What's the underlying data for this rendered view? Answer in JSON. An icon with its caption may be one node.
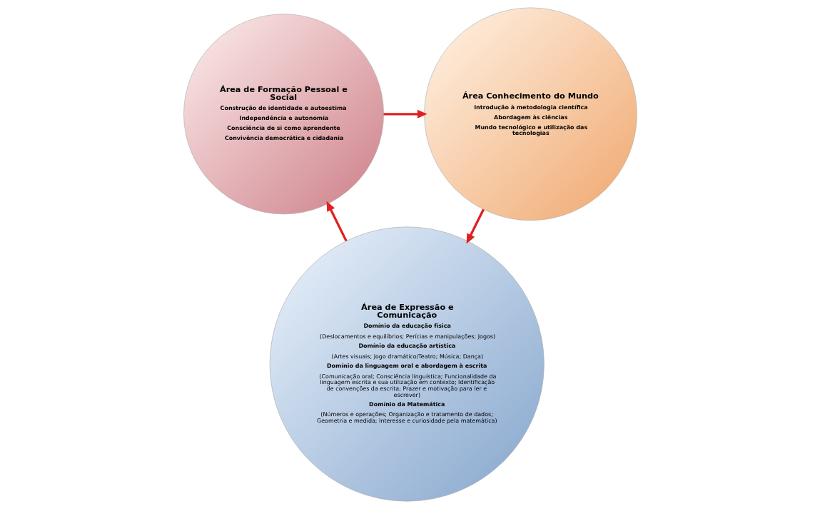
{
  "diagram": {
    "nodes": [
      {
        "text": [
          "Área de Formação Pessoal e Social",
          "Construção de identidade e autoestima",
          "Independência e autonomia",
          "Consciência de si como aprendente",
          "Convivência democrática e cidadania"
        ]
      },
      {
        "text": [
          "Área Conhecimento do Mundo",
          "Introdução à metodologia científica",
          "Abordagem às ciências",
          "Mundo tecnológico e utilização das tecnologias"
        ]
      },
      {
        "text": [
          "Área de Expressão e Comunicação",
          "Domínio da educação física",
          "(Deslocamentos e equilíbrios; Perícias e manipulações; Jogos)",
          "Domínio da educação artística",
          "(Artes visuais; Jogo dramático/Teatro; Música; Dança)",
          "Domínio da linguagem oral e abordagem à escrita",
          "(Comunicação oral; Consciência linguística; Funcionalidade da linguagem escrita e sua utilização em contexto; Identificação de convenções da escrita; Prazer e motivação para ler e escrever)",
          "Domínio da Matemática",
          "(Números e operações; Organização e tratamento de dados; Geometria e medida; Interesse e curiosidade pela matemática)"
        ]
      }
    ],
    "edges": [
      {
        "from": 0,
        "to": 1,
        "arrow": "to"
      },
      {
        "from": 1,
        "to": 2,
        "arrow": "to"
      },
      {
        "from": 2,
        "to": 0,
        "arrow": "to"
      }
    ]
  }
}
